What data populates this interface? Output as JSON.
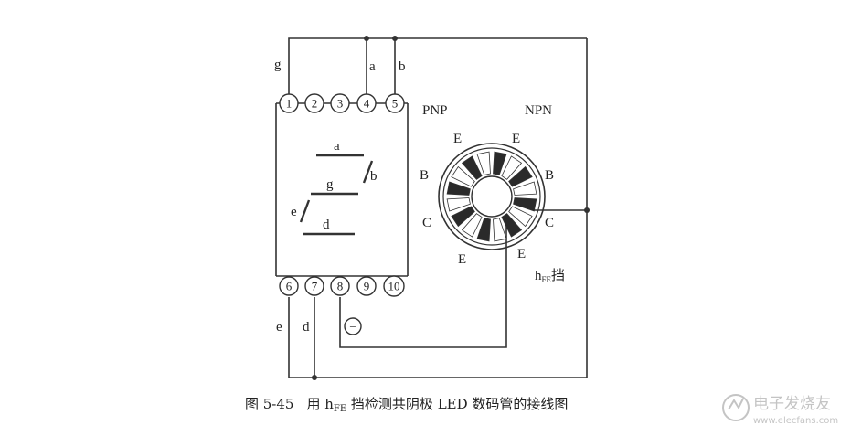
{
  "pins_top": [
    "1",
    "2",
    "3",
    "4",
    "5"
  ],
  "pins_bottom": [
    "6",
    "7",
    "8",
    "9",
    "10"
  ],
  "wire_labels": {
    "g": "g",
    "a": "a",
    "b": "b",
    "e": "e",
    "d": "d"
  },
  "segments": {
    "a": "a",
    "b": "b",
    "g": "g",
    "e": "e",
    "d": "d"
  },
  "socket": {
    "pnp": "PNP",
    "npn": "NPN",
    "pnp_e_top": "E",
    "npn_e_top": "E",
    "pnp_b": "B",
    "npn_b": "B",
    "pnp_c": "C",
    "npn_c": "C",
    "pnp_e_bottom": "E",
    "npn_e_bottom": "E"
  },
  "hfe": {
    "main": "h",
    "sub": "FE",
    "suffix": "挡"
  },
  "minus_symbol": "−",
  "caption": {
    "number": "图 5-45",
    "prefix": "用 h",
    "sub": "FE",
    "rest": " 挡检测共阴极 LED 数码管的接线图"
  },
  "watermark": {
    "brand": "电子发烧友",
    "url": "www.elecfans.com"
  },
  "colors": {
    "line": "#333333",
    "watermark": "#c4c4c4"
  }
}
